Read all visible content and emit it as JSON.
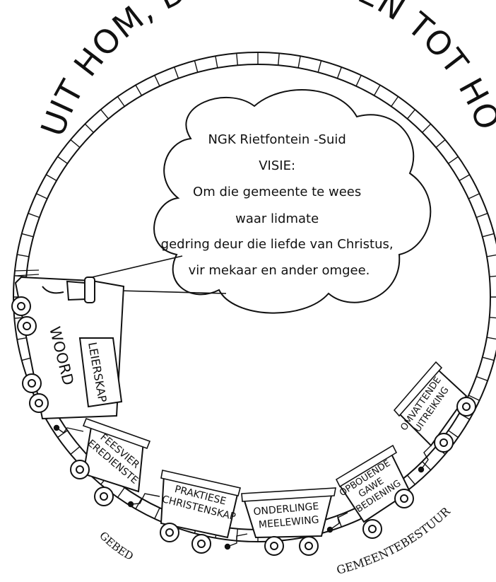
{
  "banner": {
    "title": "UIT HOM, DEUR HOM EN TOT HOM"
  },
  "cloud": {
    "lines": [
      "NGK Rietfontein -Suid",
      "VISIE:",
      "Om die gemeente te wees",
      "waar lidmate",
      "gedring deur die liefde van Christus,",
      "vir mekaar en ander omgee."
    ]
  },
  "engine": {
    "label": "WOORD",
    "cab_label": "LEIERSKAP"
  },
  "wagons": [
    {
      "lines": [
        "FEESVIER",
        "EREDIENSTE"
      ]
    },
    {
      "lines": [
        "PRAKTIESE",
        "CHRISTENSKAP"
      ]
    },
    {
      "lines": [
        "ONDERLINGE",
        "MEELEWING"
      ]
    },
    {
      "lines": [
        "OPBOUENDE",
        "GAWE",
        "BEDIENING"
      ]
    },
    {
      "lines": [
        "OMVATTENDE",
        "UITREIKING"
      ]
    }
  ],
  "track": {
    "left_label": "GEBED",
    "right_label": "GEMEENTEBESTUUR"
  },
  "colors": {
    "ink": "#111111",
    "background": "#ffffff"
  }
}
